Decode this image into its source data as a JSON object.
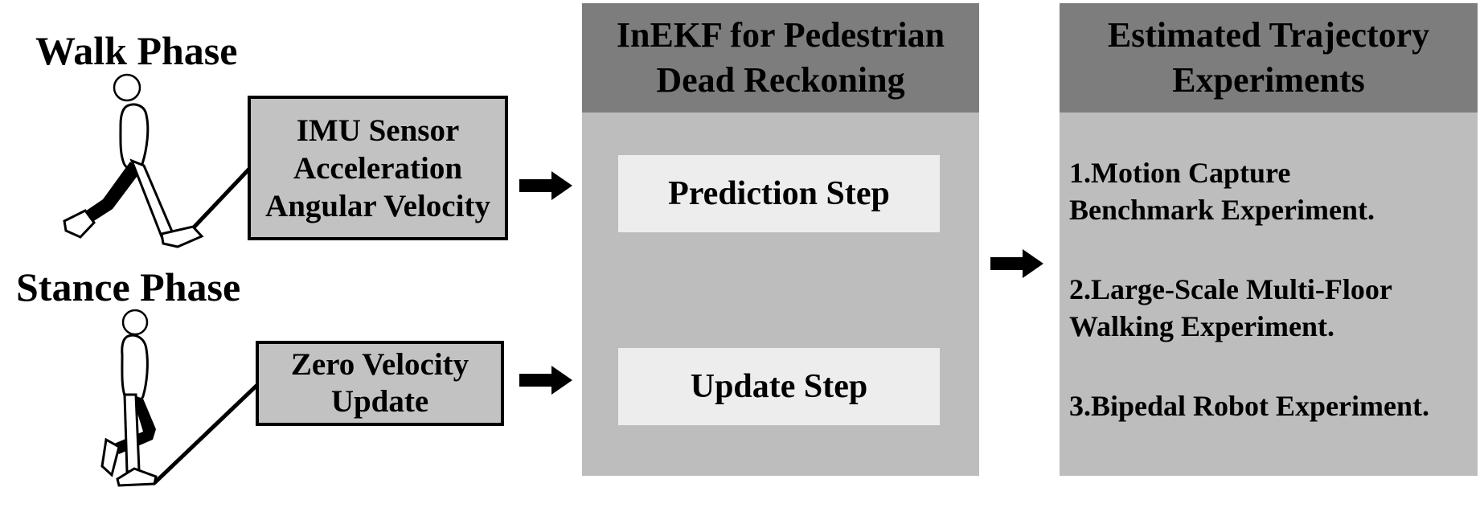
{
  "colors": {
    "background": "#ffffff",
    "panel_header_bg": "#7d7d7d",
    "panel_body_bg": "#bdbdbd",
    "input_box_bg": "#c2c2c2",
    "step_box_bg": "#ededed",
    "arrow_color": "#000000",
    "figure_outline": "#000000",
    "text_color": "#000000"
  },
  "left": {
    "walk_phase_label": "Walk Phase",
    "stance_phase_label": "Stance Phase",
    "imu_box_lines": [
      "IMU Sensor",
      "Acceleration",
      "Angular Velocity"
    ],
    "zvu_box_lines": [
      "Zero Velocity",
      "Update"
    ]
  },
  "inekf_panel": {
    "title_lines": [
      "InEKF for Pedestrian",
      "Dead Reckoning"
    ],
    "prediction_step_label": "Prediction Step",
    "update_step_label": "Update Step"
  },
  "experiments_panel": {
    "title_lines": [
      "Estimated Trajectory",
      "Experiments"
    ],
    "items": [
      [
        "1.Motion Capture",
        "Benchmark Experiment."
      ],
      [
        "2.Large-Scale Multi-Floor",
        "Walking Experiment."
      ],
      [
        "3.Bipedal Robot Experiment."
      ]
    ]
  }
}
